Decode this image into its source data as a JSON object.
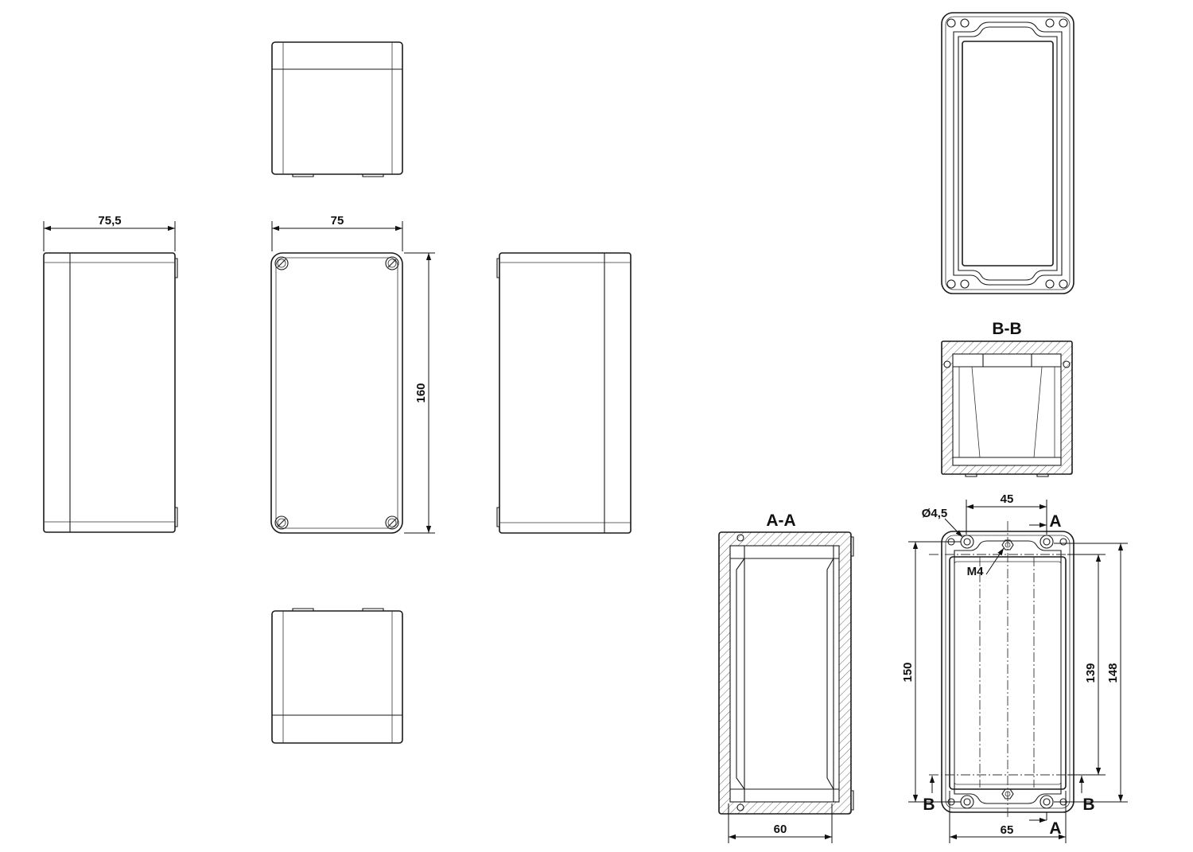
{
  "dimensions": {
    "side_width": "75,5",
    "front_width": "75",
    "front_height": "160",
    "section_width": "60",
    "hole_spacing_top": "45",
    "hole_diameter": "Ø4,5",
    "thread": "M4",
    "bottom_width": "65",
    "bottom_height_150": "150",
    "bottom_height_139": "139",
    "bottom_height_148": "148"
  },
  "sections": {
    "aa_title": "A-A",
    "bb_title": "B-B",
    "marker_a": "A",
    "marker_b": "B"
  }
}
